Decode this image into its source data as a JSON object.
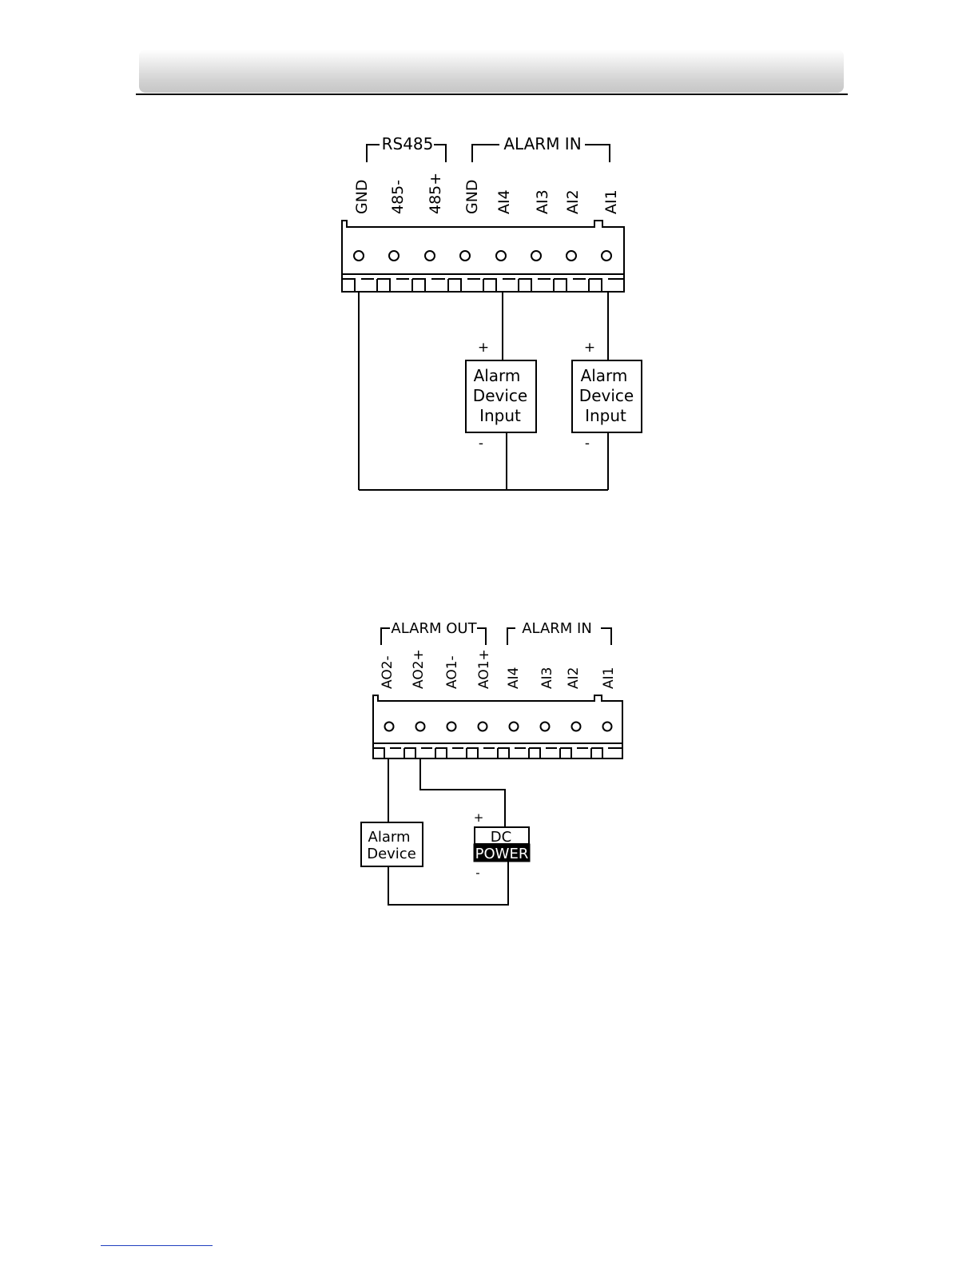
{
  "diagram1": {
    "group_labels": {
      "rs485": "RS485",
      "alarm_in": "ALARM IN"
    },
    "pins": [
      "GND",
      "485-",
      "485+",
      "GND",
      "AI4",
      "AI3",
      "AI2",
      "AI1"
    ],
    "devices": [
      {
        "label_lines": [
          "Alarm",
          "Device",
          "Input"
        ],
        "plus": "+",
        "minus": "-"
      },
      {
        "label_lines": [
          "Alarm",
          "Device",
          "Input"
        ],
        "plus": "+",
        "minus": "-"
      }
    ]
  },
  "diagram2": {
    "group_labels": {
      "alarm_out": "ALARM OUT",
      "alarm_in": "ALARM IN"
    },
    "pins": [
      "AO2-",
      "AO2+",
      "AO1-",
      "AO1+",
      "AI4",
      "AI3",
      "AI2",
      "AI1"
    ],
    "alarm_device": {
      "label_lines": [
        "Alarm",
        "Device"
      ]
    },
    "dc_power": {
      "top": "DC",
      "bottom": "POWER",
      "plus": "+",
      "minus": "-"
    }
  }
}
